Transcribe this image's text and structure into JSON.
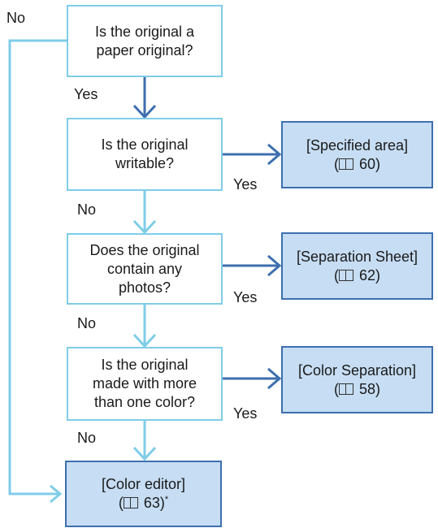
{
  "questions": [
    {
      "line1": "Is the original a",
      "line2": "paper original?"
    },
    {
      "line1": "Is the original",
      "line2": "writable?"
    },
    {
      "line1": "Does the original",
      "line2": "contain any",
      "line3": "photos?"
    },
    {
      "line1": "Is the original",
      "line2": "made with more",
      "line3": "than one color?"
    }
  ],
  "results": [
    {
      "label": "[Specified area]",
      "page": "60"
    },
    {
      "label": "[Separation Sheet]",
      "page": "62"
    },
    {
      "label": "[Color Separation]",
      "page": "58"
    },
    {
      "label": "[Color editor]",
      "page": "63",
      "note": "*"
    }
  ],
  "labels": {
    "yes": "Yes",
    "no": "No"
  },
  "colors": {
    "light_arrow": "#7fcde8",
    "dark_arrow": "#3d6fae",
    "result_fill": "#c6ddf3"
  }
}
